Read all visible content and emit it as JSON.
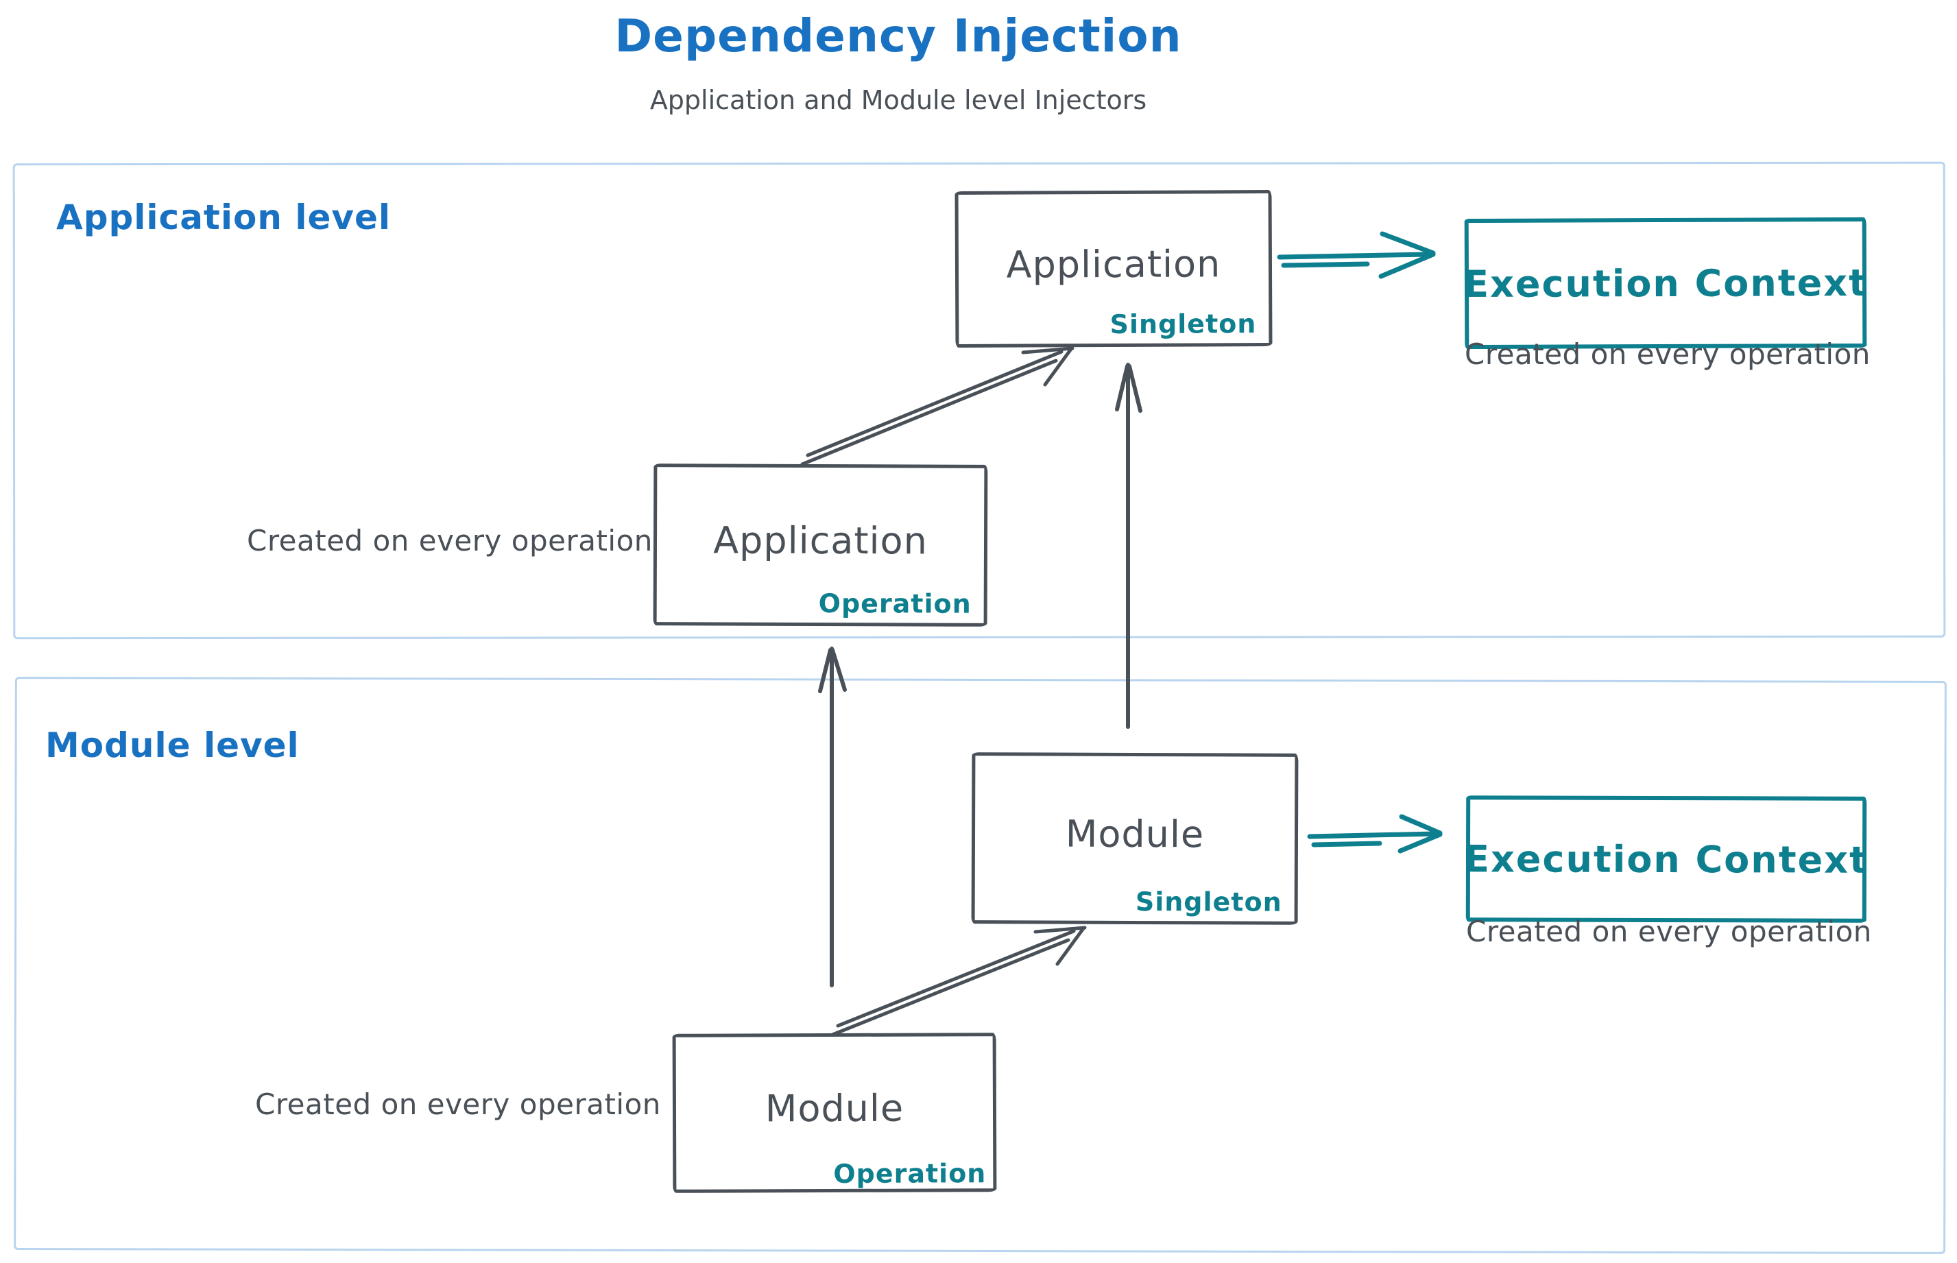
{
  "title": "Dependency Injection",
  "subtitle": "Application and Module level Injectors",
  "colors": {
    "accent_blue": "#1971c2",
    "ink": "#495057",
    "teal": "#0e7f8e",
    "container": "#b9d4ee"
  },
  "sections": [
    {
      "label": "Application level",
      "singleton_box": {
        "name": "Application",
        "scope": "Singleton"
      },
      "operation_box": {
        "name": "Application",
        "scope": "Operation"
      },
      "operation_caption": "Created on every operation",
      "execution_context": {
        "label": "Execution Context",
        "caption": "Created on every operation"
      }
    },
    {
      "label": "Module level",
      "singleton_box": {
        "name": "Module",
        "scope": "Singleton"
      },
      "operation_box": {
        "name": "Module",
        "scope": "Operation"
      },
      "operation_caption": "Created on every operation",
      "execution_context": {
        "label": "Execution Context",
        "caption": "Created on every operation"
      }
    }
  ],
  "arrows": [
    {
      "from": "application-operation",
      "to": "application-singleton"
    },
    {
      "from": "module-singleton",
      "to": "application-singleton"
    },
    {
      "from": "module-operation",
      "to": "application-operation"
    },
    {
      "from": "module-operation",
      "to": "module-singleton"
    },
    {
      "from": "application-singleton",
      "to": "execution-context-application"
    },
    {
      "from": "module-singleton",
      "to": "execution-context-module"
    }
  ]
}
